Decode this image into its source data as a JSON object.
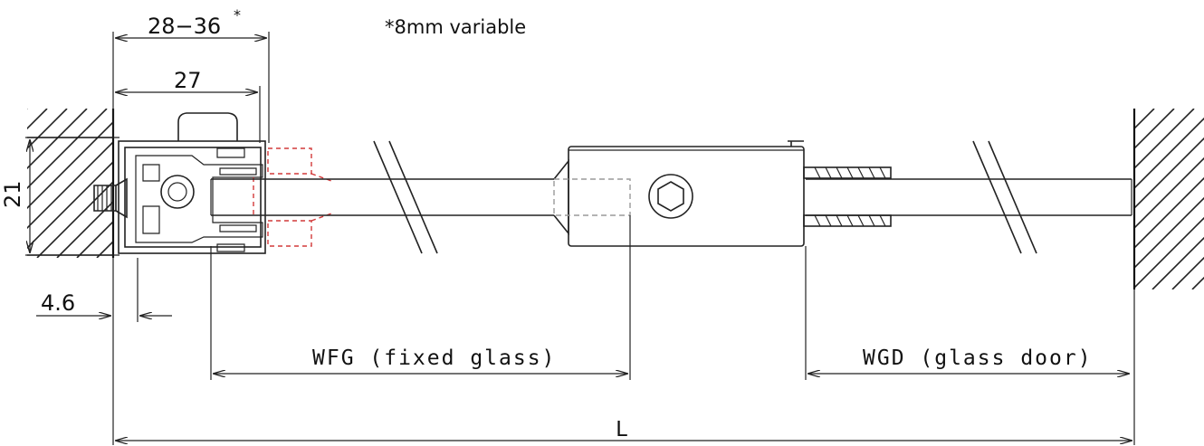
{
  "note": "*8mm variable",
  "dimensions": {
    "top_width": "28−36",
    "top_width_star": "*",
    "inner_width": "27",
    "height": "21",
    "offset": "4.6",
    "wfg": "WFG (fixed glass)",
    "wgd": "WGD (glass door)",
    "total": "L"
  },
  "colors": {
    "line": "#222222",
    "hidden_red": "#d23a3a",
    "hidden_grey": "#9a9a9a"
  }
}
